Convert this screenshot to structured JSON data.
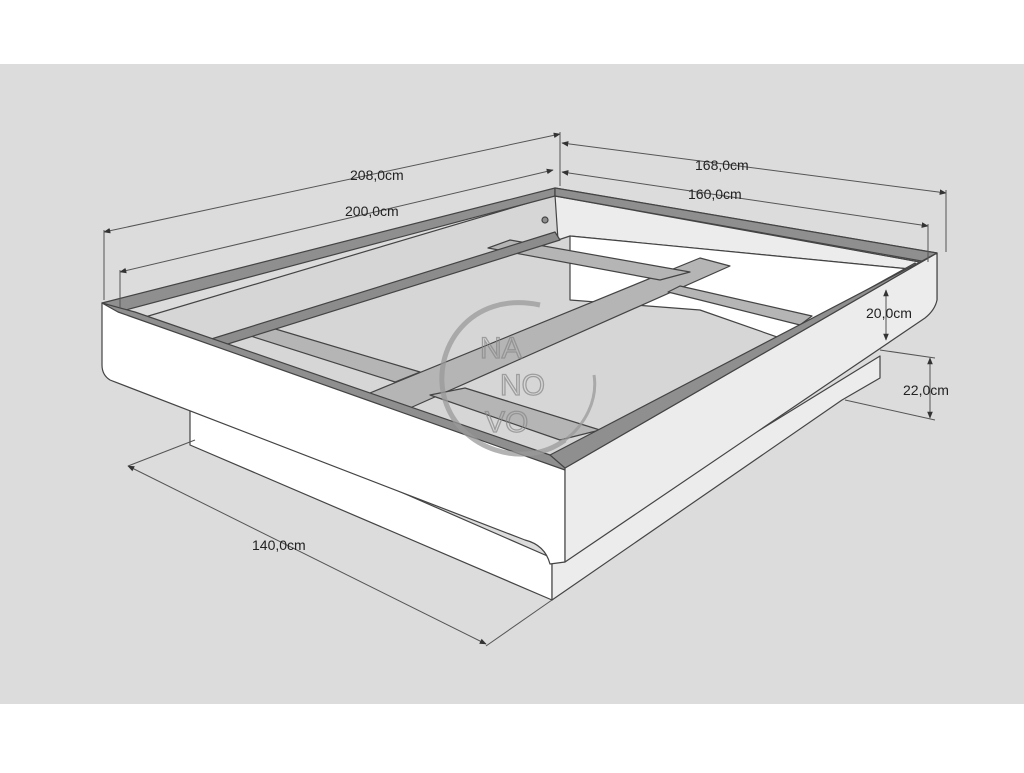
{
  "colors": {
    "background": "#dcdcdc",
    "white_band": "#ffffff",
    "panel_face": "#ffffff",
    "panel_side": "#ececec",
    "panel_top": "#8f8f8f",
    "inner_floor": "#d6d6d6",
    "slat": "#b5b5b5",
    "slat_top": "#8c8c8c",
    "line": "#444444",
    "watermark": "#9a9a9a"
  },
  "dimensions": {
    "outer_length": "208,0cm",
    "inner_length": "200,0cm",
    "outer_width": "168,0cm",
    "inner_width": "160,0cm",
    "frame_height": "20,0cm",
    "base_height": "22,0cm",
    "base_width": "140,0cm"
  },
  "watermark": {
    "letters": [
      "NA",
      "NO",
      "VO"
    ]
  }
}
